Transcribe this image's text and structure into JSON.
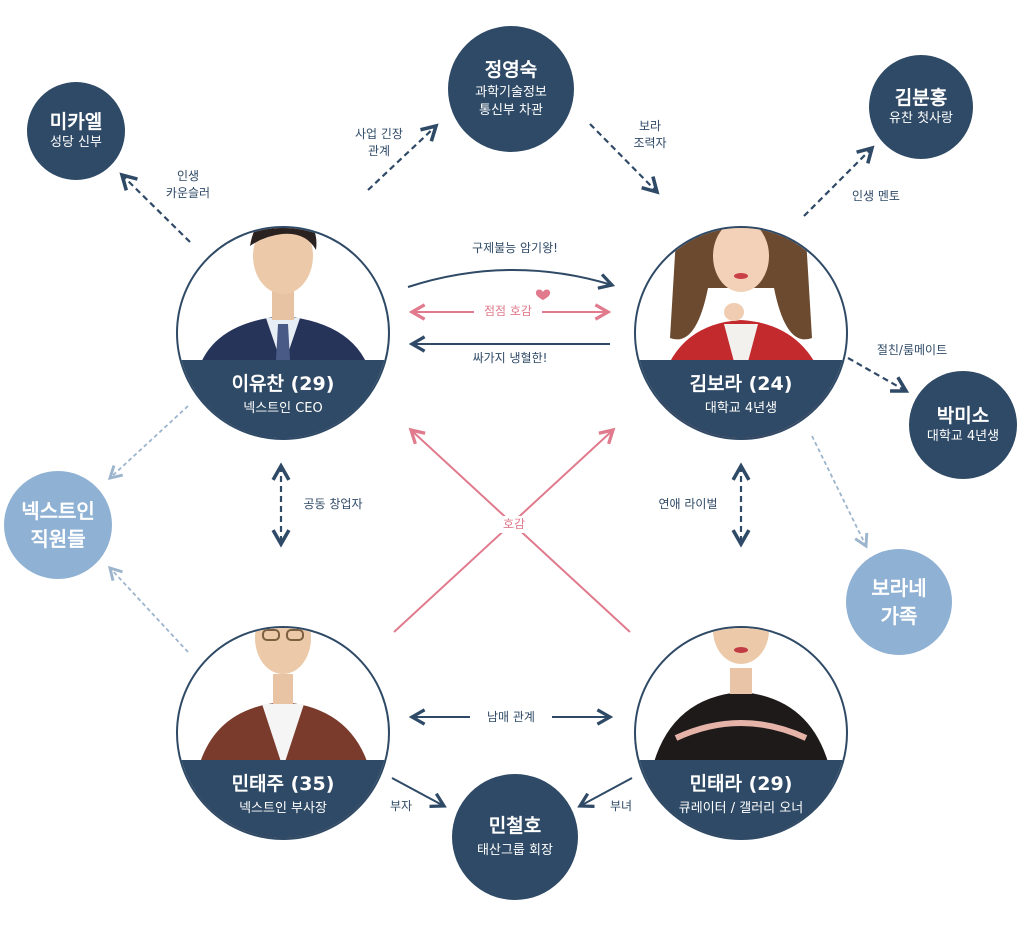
{
  "colors": {
    "navy": "#2f4a66",
    "light": "#8fb1d3",
    "pink": "#e07a8c",
    "dashed": "#9cb4cc"
  },
  "main": {
    "yoochan": {
      "name": "이유찬 (29)",
      "sub": "넥스트인 CEO"
    },
    "bora": {
      "name": "김보라 (24)",
      "sub": "대학교 4년생"
    },
    "taeju": {
      "name": "민태주 (35)",
      "sub": "넥스트인 부사장"
    },
    "taera": {
      "name": "민태라 (29)",
      "sub": "큐레이터 / 갤러리 오너"
    }
  },
  "side": {
    "michael": {
      "name": "미카엘",
      "sub": "성당 신부"
    },
    "youngsook": {
      "name": "정영숙",
      "sub": "과학기술정보\n통신부 차관"
    },
    "bunhong": {
      "name": "김분홍",
      "sub": "유찬 첫사랑"
    },
    "miso": {
      "name": "박미소",
      "sub": "대학교 4년생"
    },
    "staff": {
      "name": "넥스트인\n직원들"
    },
    "family": {
      "name": "보라네\n가족"
    },
    "cheolho": {
      "name": "민철호",
      "sub": "태산그룹 회장"
    }
  },
  "relations": {
    "life_counselor": "인생\n카운슬러",
    "business_tension": "사업 긴장\n관계",
    "bora_helper": "보라\n조력자",
    "life_mentor": "인생 멘토",
    "best_friend": "절친/룸메이트",
    "rescue_crush": "구제불능 암기왕!",
    "growing_feelings": "점점 호감",
    "rude_cold": "싸가지 냉혈한!",
    "cofounder": "공동 창업자",
    "love_rival": "연애 라이벌",
    "attraction": "호감",
    "siblings": "남매 관계",
    "father_son": "부자",
    "father_daughter": "부녀"
  }
}
